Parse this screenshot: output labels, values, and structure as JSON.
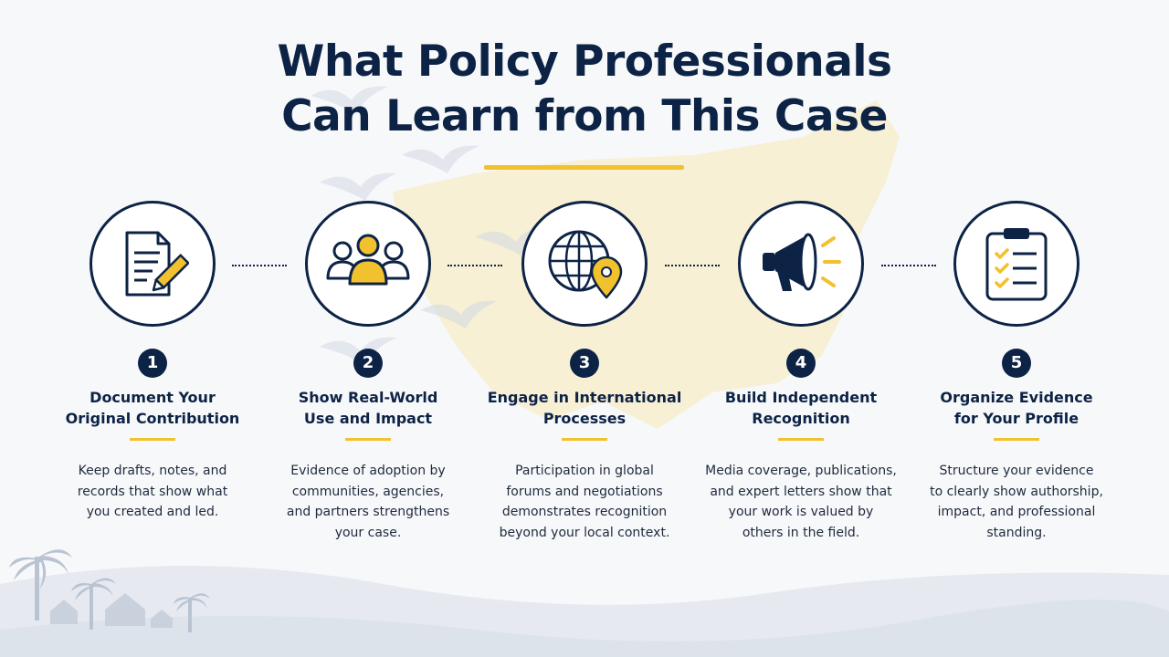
{
  "title": {
    "line1": "What Policy Professionals",
    "line2": "Can Learn from This Case"
  },
  "colors": {
    "navy": "#0d2346",
    "accent": "#f2c12e",
    "background": "#f7f8fa"
  },
  "steps": [
    {
      "number": "1",
      "icon": "document-pencil-icon",
      "title": "Document Your\nOriginal Contribution",
      "description": "Keep drafts, notes, and\nrecords that show what\nyou created and led."
    },
    {
      "number": "2",
      "icon": "group-people-icon",
      "title": "Show Real-World\nUse and Impact",
      "description": "Evidence of adoption by\ncommunities, agencies,\nand partners strengthens\nyour case."
    },
    {
      "number": "3",
      "icon": "globe-location-pin-icon",
      "title": "Engage in International\nProcesses",
      "description": "Participation in global\nforums and negotiations\ndemonstrates recognition\nbeyond your local context."
    },
    {
      "number": "4",
      "icon": "megaphone-icon",
      "title": "Build Independent\nRecognition",
      "description": "Media coverage, publications,\nand expert letters show that\nyour work is valued by\nothers in the field."
    },
    {
      "number": "5",
      "icon": "clipboard-checklist-icon",
      "title": "Organize Evidence\nfor Your Profile",
      "description": "Structure your evidence\nto clearly show authorship,\nimpact, and professional\nstanding."
    }
  ]
}
